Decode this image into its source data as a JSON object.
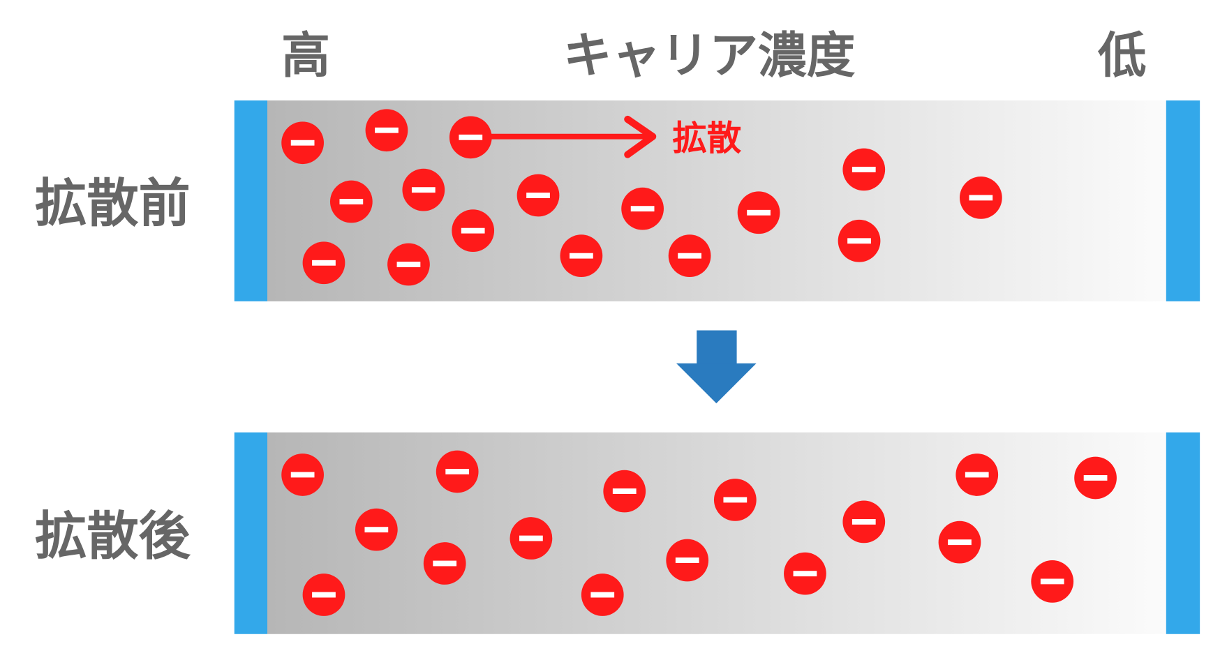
{
  "header": {
    "high": "高",
    "title": "キャリア濃度",
    "low": "低"
  },
  "panels": [
    {
      "label": "拡散前",
      "annotation": "拡散"
    },
    {
      "label": "拡散後"
    }
  ],
  "colors": {
    "electrode": "#33a8ea",
    "carrier": "#ff1a1a",
    "arrow": "#2a7bbf",
    "text": "#666666"
  }
}
